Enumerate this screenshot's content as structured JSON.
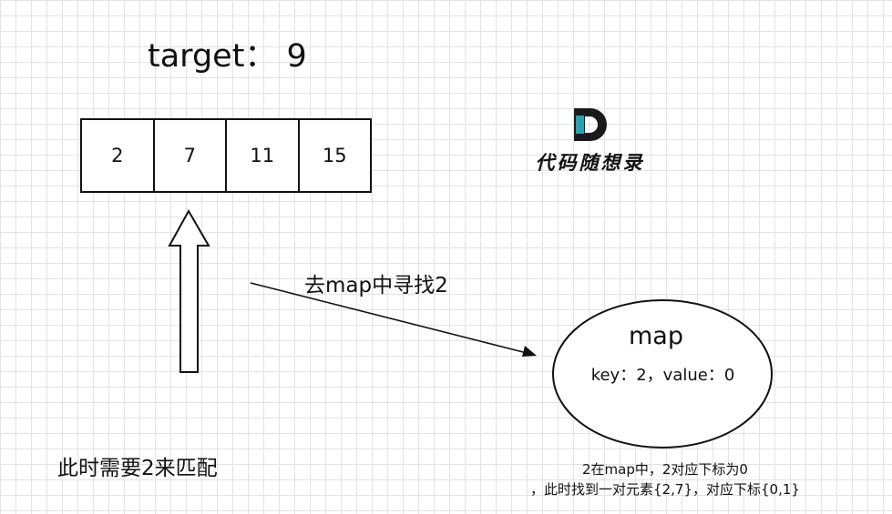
{
  "title": "target：  9",
  "array": {
    "cells": [
      "2",
      "7",
      "11",
      "15"
    ]
  },
  "logo": {
    "letter": "D",
    "text": "代码随想录",
    "colors": {
      "dark": "#1a1a1a",
      "teal": "#2aa1b0"
    }
  },
  "arrow_label": "去map中寻找2",
  "map": {
    "title": "map",
    "entry": "key：2，value：0"
  },
  "need_label": "此时需要2来匹配",
  "explanation": {
    "line1": "2在map中，2对应下标为0",
    "line2": "，此时找到一对元素{2,7}，对应下标{0,1}"
  }
}
